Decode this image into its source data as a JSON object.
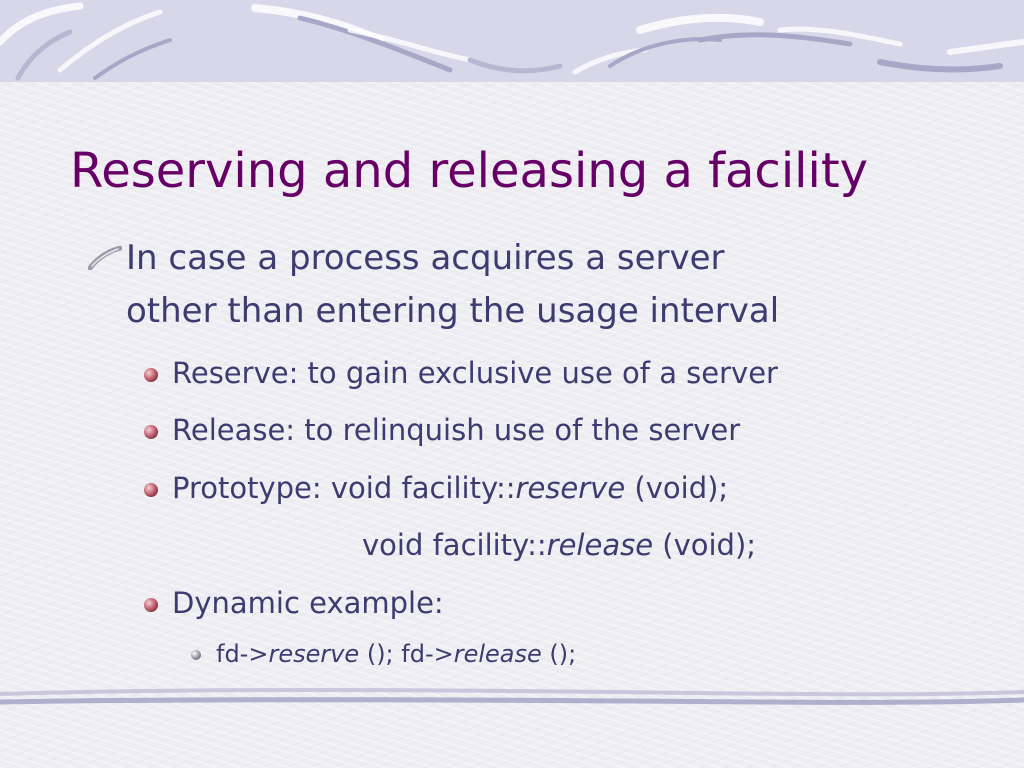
{
  "slide": {
    "title": "Reserving and releasing a facility",
    "bullets": [
      {
        "lines": [
          "In case a process acquires a server",
          "other than entering the usage interval"
        ]
      }
    ],
    "sub_bullets": [
      {
        "text": "Reserve: to gain exclusive use of a server"
      },
      {
        "text": "Release: to relinquish use of the server"
      },
      {
        "prefix": "Prototype: void facility::",
        "method": "reserve",
        "suffix": " (void);",
        "cont_prefix": "void facility::",
        "cont_method": "release",
        "cont_suffix": " (void);"
      },
      {
        "text": "Dynamic example:"
      }
    ],
    "sub_sub_bullets": [
      {
        "p1": "fd->",
        "m1": "reserve",
        "p2": " (); fd->",
        "m2": "release",
        "p3": " ();"
      }
    ]
  },
  "colors": {
    "title": "#660066",
    "body_text": "#3c3c70",
    "bullet_sphere": "#c86a78",
    "band": "#d8d7ea"
  },
  "icons": {
    "level1": "quill-stroke-icon",
    "level2": "sphere-bullet-icon",
    "level3": "small-sphere-bullet-icon"
  }
}
